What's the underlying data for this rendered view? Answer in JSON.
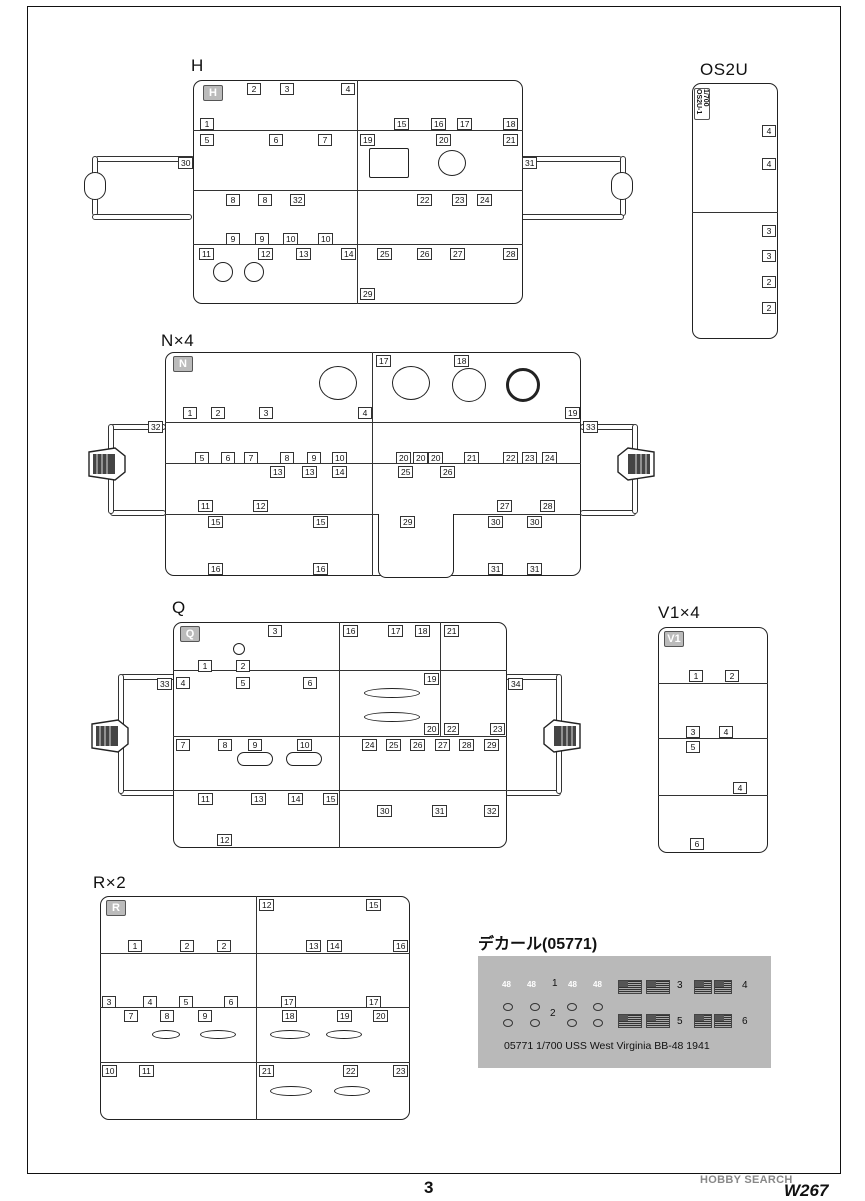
{
  "sprues": {
    "h": {
      "label": "H",
      "letter": "H",
      "parts": [
        "1",
        "2",
        "3",
        "4",
        "5",
        "6",
        "7",
        "8",
        "8",
        "9",
        "9",
        "10",
        "10",
        "11",
        "12",
        "13",
        "14",
        "15",
        "16",
        "17",
        "18",
        "19",
        "20",
        "21",
        "22",
        "23",
        "24",
        "25",
        "26",
        "27",
        "28",
        "29",
        "30",
        "31",
        "32"
      ]
    },
    "os2u": {
      "label": "OS2U",
      "letter": "1/700 OS2U-1",
      "parts": [
        "4",
        "4",
        "3",
        "3",
        "2",
        "2"
      ]
    },
    "n": {
      "label": "N×4",
      "letter": "N",
      "parts": [
        "1",
        "2",
        "3",
        "4",
        "5",
        "6",
        "7",
        "8",
        "9",
        "10",
        "11",
        "12",
        "13",
        "13",
        "14",
        "15",
        "15",
        "16",
        "16",
        "17",
        "18",
        "19",
        "20",
        "20",
        "20",
        "21",
        "22",
        "23",
        "24",
        "25",
        "26",
        "27",
        "28",
        "29",
        "30",
        "30",
        "31",
        "31",
        "32",
        "33"
      ]
    },
    "q": {
      "label": "Q",
      "letter": "Q",
      "parts": [
        "1",
        "2",
        "3",
        "4",
        "5",
        "6",
        "7",
        "8",
        "9",
        "10",
        "11",
        "12",
        "13",
        "14",
        "15",
        "16",
        "17",
        "18",
        "19",
        "20",
        "21",
        "22",
        "23",
        "24",
        "25",
        "26",
        "27",
        "28",
        "29",
        "30",
        "31",
        "32",
        "33",
        "34"
      ]
    },
    "v1": {
      "label": "V1×4",
      "letter": "V1",
      "parts": [
        "1",
        "2",
        "3",
        "4",
        "5",
        "6"
      ]
    },
    "r": {
      "label": "R×2",
      "letter": "R",
      "parts": [
        "1",
        "2",
        "2",
        "3",
        "4",
        "5",
        "6",
        "7",
        "8",
        "9",
        "10",
        "11",
        "12",
        "13",
        "14",
        "15",
        "16",
        "17",
        "17",
        "18",
        "19",
        "20",
        "21",
        "22",
        "23"
      ]
    }
  },
  "decal": {
    "title": "デカール(05771)",
    "codes": [
      "48",
      "48",
      "48",
      "48"
    ],
    "numbers": [
      "1",
      "2",
      "3",
      "4",
      "5",
      "6"
    ],
    "caption": "05771 1/700 USS West Virginia BB-48 1941"
  },
  "footer": {
    "page_number": "3",
    "product_code": "W267",
    "watermark": "HOBBY SEARCH"
  }
}
